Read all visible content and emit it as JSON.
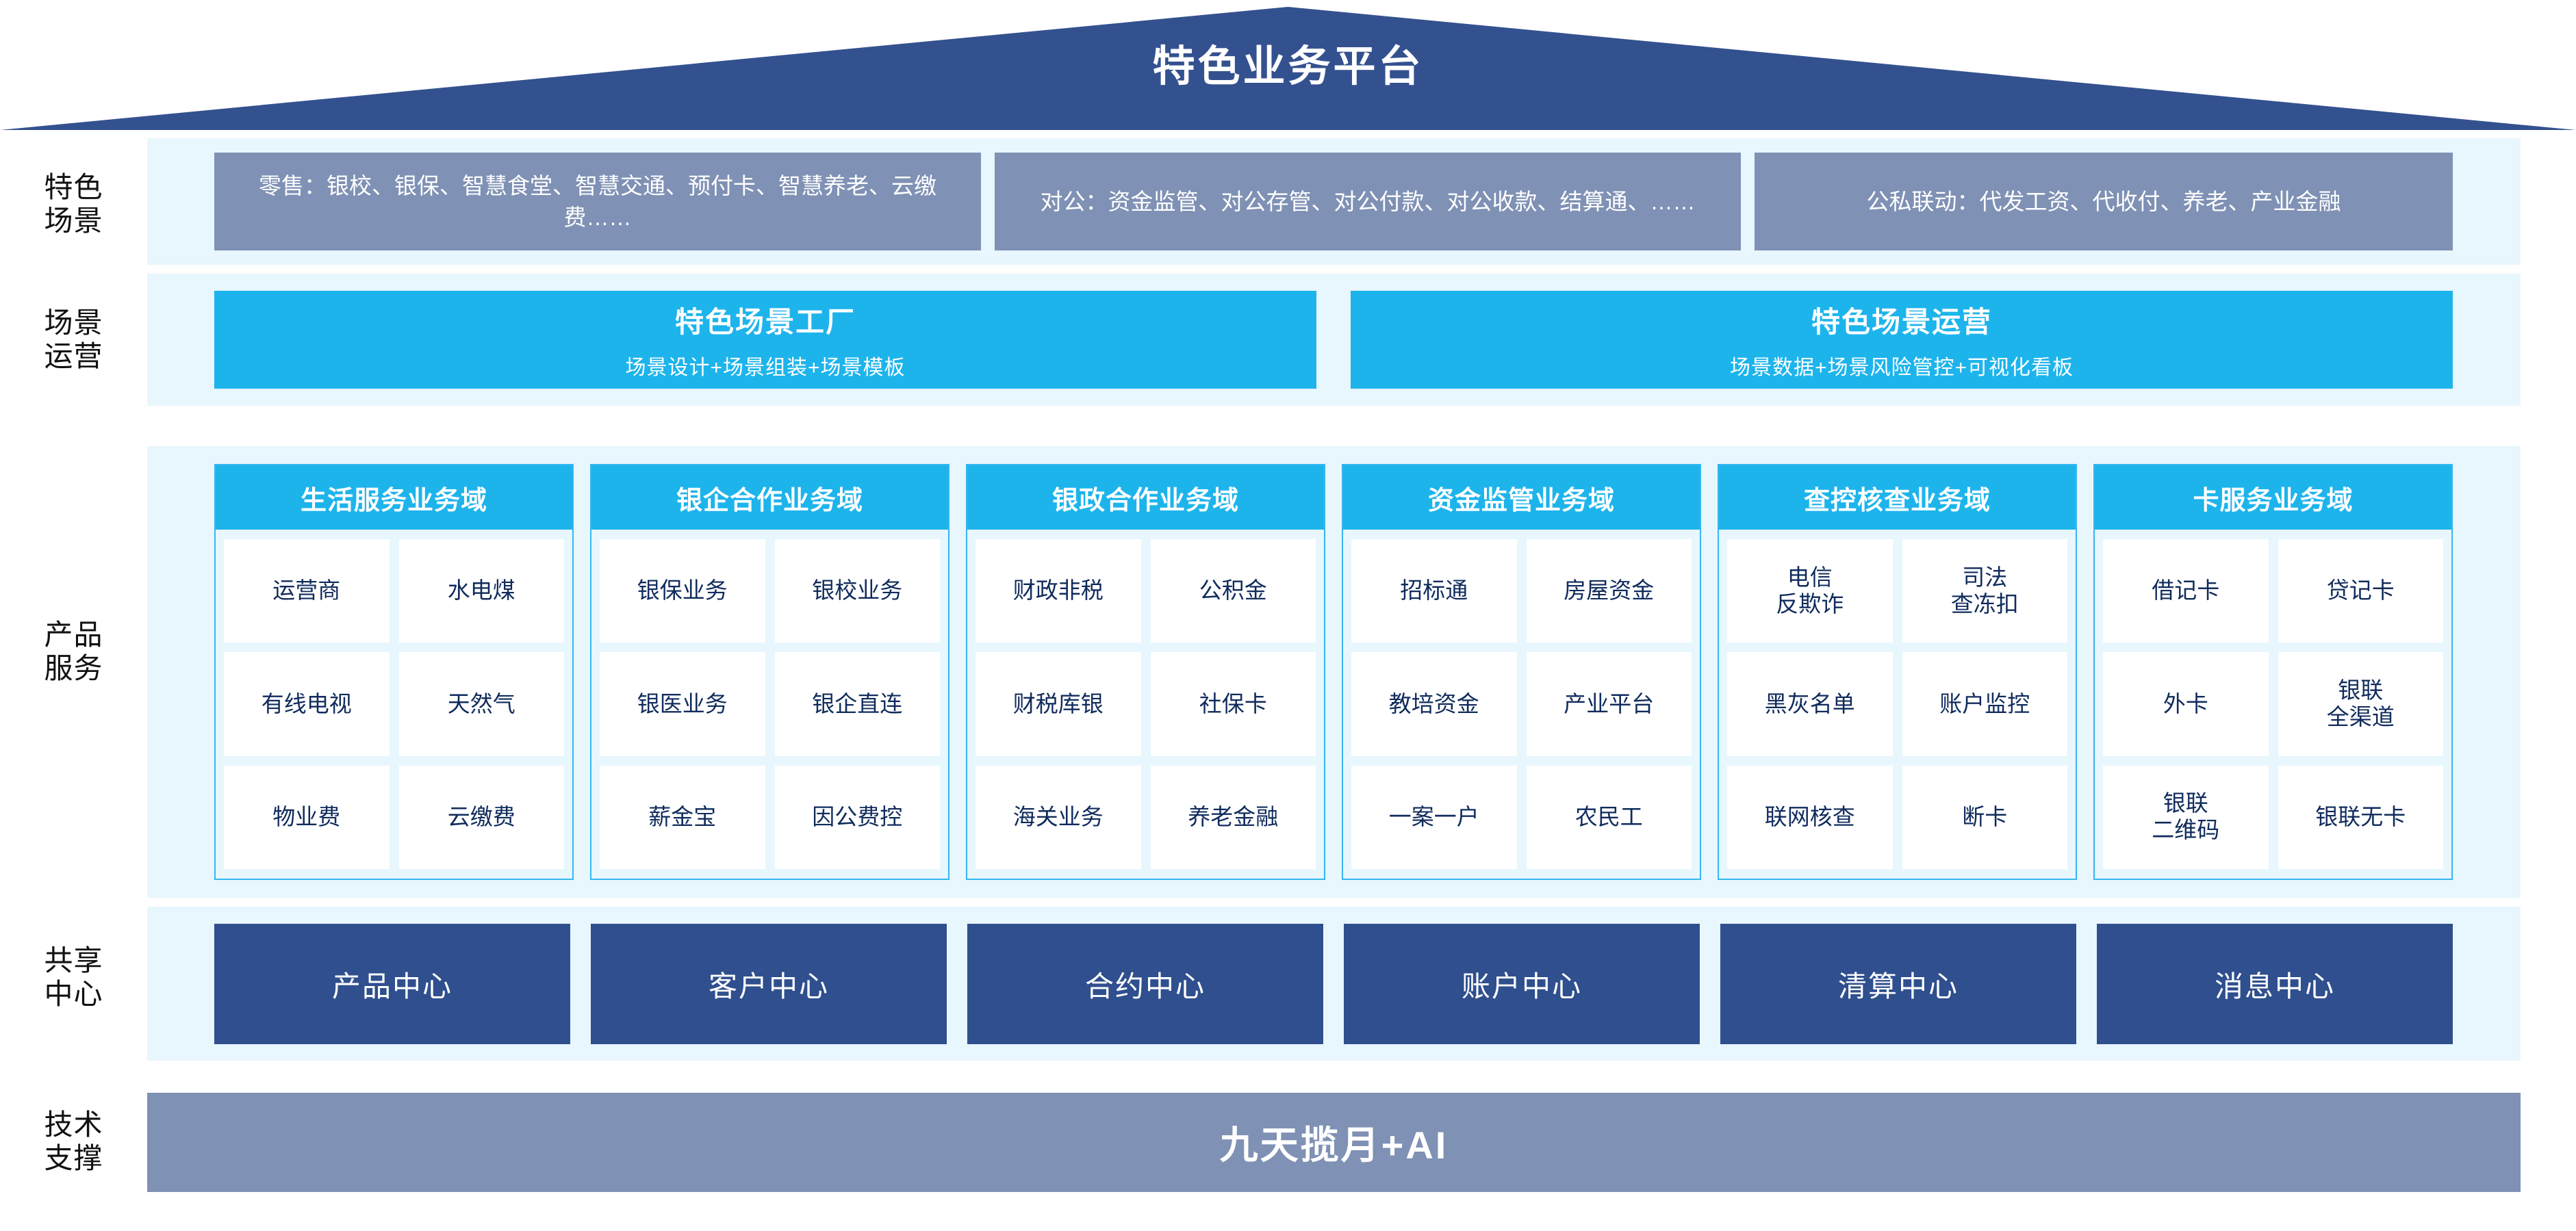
{
  "platform": {
    "roof_title": "特色业务平台",
    "roof_color": "#34518f"
  },
  "rail": {
    "labels": [
      {
        "key": "scene",
        "text": "特色\n场景"
      },
      {
        "key": "ops",
        "text": "场景\n运营"
      },
      {
        "key": "prod",
        "text": "产品\n服务"
      },
      {
        "key": "shared",
        "text": "共享\n中心"
      },
      {
        "key": "tech",
        "text": "技术\n支撑"
      }
    ]
  },
  "scenarios": {
    "band_color": "#e8f6fd",
    "box_color": "#7f91b4",
    "items": [
      {
        "text": "零售：银校、银保、智慧食堂、智慧交通、预付卡、智慧养老、云缴费……"
      },
      {
        "text": "对公：资金监管、对公存管、对公付款、对公收款、结算通、……"
      },
      {
        "text": "公私联动：代发工资、代收付、养老、产业金融"
      }
    ]
  },
  "operations": {
    "box_color": "#1db4ec",
    "items": [
      {
        "title": "特色场景工厂",
        "subtitle": "场景设计+场景组装+场景模板"
      },
      {
        "title": "特色场景运营",
        "subtitle": "场景数据+场景风险管控+可视化看板"
      }
    ]
  },
  "products": {
    "header_color": "#1db4ec",
    "border_color": "#35b7ee",
    "cell_text_color": "#102b5c",
    "columns": [
      {
        "title": "生活服务业务域",
        "cells": [
          "运营商",
          "水电煤",
          "有线电视",
          "天然气",
          "物业费",
          "云缴费"
        ]
      },
      {
        "title": "银企合作业务域",
        "cells": [
          "银保业务",
          "银校业务",
          "银医业务",
          "银企直连",
          "薪金宝",
          "因公费控"
        ]
      },
      {
        "title": "银政合作业务域",
        "cells": [
          "财政非税",
          "公积金",
          "财税库银",
          "社保卡",
          "海关业务",
          "养老金融"
        ]
      },
      {
        "title": "资金监管业务域",
        "cells": [
          "招标通",
          "房屋资金",
          "教培资金",
          "产业平台",
          "一案一户",
          "农民工"
        ]
      },
      {
        "title": "查控核查业务域",
        "cells": [
          "电信\n反欺诈",
          "司法\n查冻扣",
          "黑灰名单",
          "账户监控",
          "联网核查",
          "断卡"
        ]
      },
      {
        "title": "卡服务业务域",
        "cells": [
          "借记卡",
          "贷记卡",
          "外卡",
          "银联\n全渠道",
          "银联\n二维码",
          "银联无卡"
        ]
      }
    ]
  },
  "shared_centers": {
    "box_color": "#2f4f8e",
    "items": [
      "产品中心",
      "客户中心",
      "合约中心",
      "账户中心",
      "清算中心",
      "消息中心"
    ]
  },
  "tech_support": {
    "bar_color": "#7f91b4",
    "text": "九天揽月+AI"
  }
}
